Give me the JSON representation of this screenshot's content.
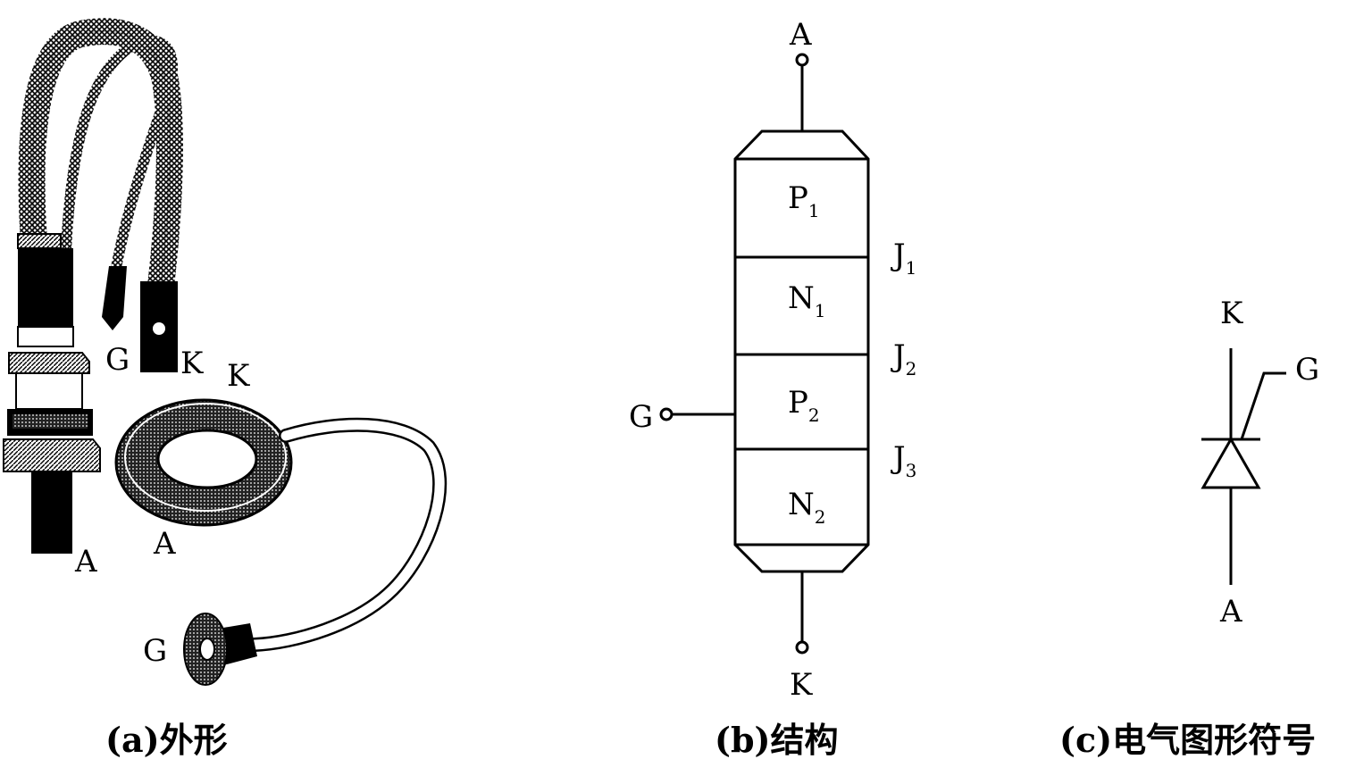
{
  "panel_a": {
    "labels": {
      "stud_anode": "A",
      "stud_gate": "G",
      "stud_cathode": "K",
      "disc_cathode": "K",
      "disc_anode": "A",
      "disc_gate": "G"
    },
    "caption": "(a)外形"
  },
  "panel_b": {
    "terminals": {
      "anode": "A",
      "gate": "G",
      "cathode": "K"
    },
    "layers": [
      {
        "letter": "P",
        "sub": "1"
      },
      {
        "letter": "N",
        "sub": "1"
      },
      {
        "letter": "P",
        "sub": "2"
      },
      {
        "letter": "N",
        "sub": "2"
      }
    ],
    "junctions": [
      {
        "letter": "J",
        "sub": "1"
      },
      {
        "letter": "J",
        "sub": "2"
      },
      {
        "letter": "J",
        "sub": "3"
      }
    ],
    "caption": "(b)结构"
  },
  "panel_c": {
    "terminals": {
      "cathode": "K",
      "gate": "G",
      "anode": "A"
    },
    "caption": "(c)电气图形符号"
  },
  "colors": {
    "ink": "#000000",
    "background": "#ffffff"
  }
}
